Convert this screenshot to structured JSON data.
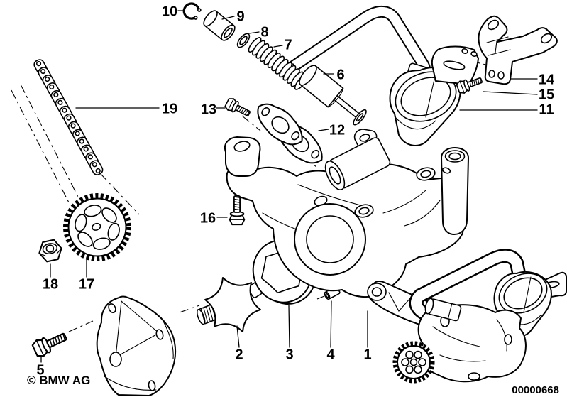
{
  "diagram": {
    "background_color": "#ffffff",
    "line_color": "#000000",
    "copyright": "© BMW AG",
    "document_number": "00000668",
    "callouts": {
      "n1": "1",
      "n2": "2",
      "n3": "3",
      "n4": "4",
      "n5": "5",
      "n6": "6",
      "n7": "7",
      "n8": "8",
      "n9": "9",
      "n10": "10",
      "n11": "11",
      "n12": "12",
      "n13": "13",
      "n14": "14",
      "n15": "15",
      "n16": "16",
      "n17": "17",
      "n18": "18",
      "n19": "19"
    }
  }
}
